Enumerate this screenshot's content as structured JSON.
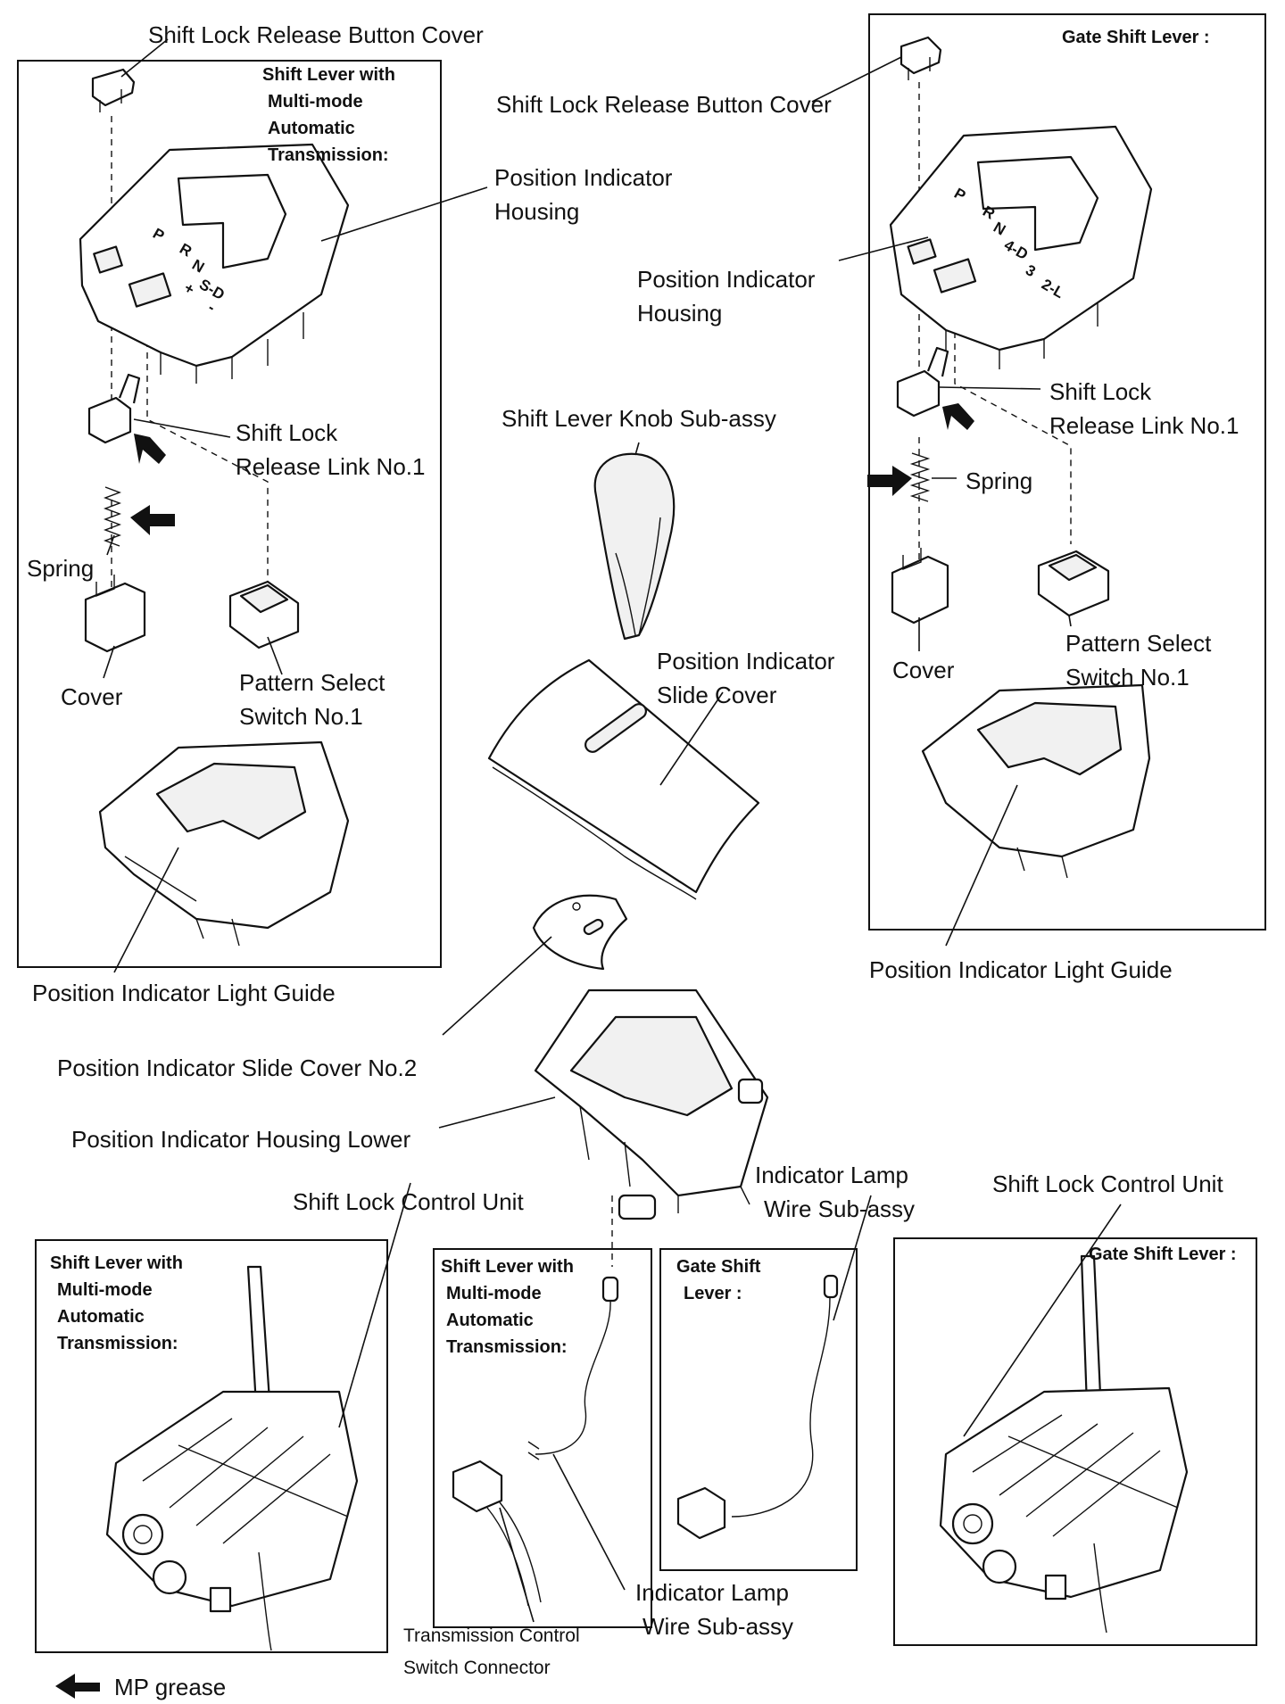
{
  "labels": {
    "tl_cover": "Shift Lock Release Button Cover",
    "tl_heading": [
      "Shift Lever with",
      "Multi-mode",
      "Automatic",
      "Transmission:"
    ],
    "tl_housing": [
      "Position Indicator",
      "Housing"
    ],
    "tl_link": [
      "Shift Lock",
      "Release Link No.1"
    ],
    "tl_spring": "Spring",
    "tl_cover_part": "Cover",
    "tl_switch": [
      "Pattern Select",
      "Switch No.1"
    ],
    "tl_guide": "Position Indicator Light Guide",
    "tr_heading": "Gate Shift Lever :",
    "tr_cover": "Shift Lock Release Button Cover",
    "tr_housing": [
      "Position Indicator",
      "Housing"
    ],
    "tr_link": [
      "Shift Lock",
      "Release Link No.1"
    ],
    "tr_spring": "Spring",
    "tr_cover_part": "Cover",
    "tr_switch": [
      "Pattern Select",
      "Switch No.1"
    ],
    "tr_guide": "Position Indicator Light Guide",
    "knob": "Shift Lever Knob Sub-assy",
    "slide_cover": [
      "Position Indicator",
      "Slide Cover"
    ],
    "slide_cover2": "Position Indicator Slide Cover No.2",
    "housing_lower": "Position Indicator Housing Lower",
    "bl_unit": "Shift Lock Control Unit",
    "bl_heading": [
      "Shift Lever with",
      "Multi-mode",
      "Automatic",
      "Transmission:"
    ],
    "bm_heading": [
      "Shift Lever with",
      "Multi-mode",
      "Automatic",
      "Transmission:"
    ],
    "bm_lamp": [
      "Indicator Lamp",
      "Wire Sub-assy"
    ],
    "bm_connector": [
      "Transmission Control",
      "Switch Connector"
    ],
    "gs_heading": [
      "Gate Shift",
      "Lever :"
    ],
    "gs_lamp": [
      "Indicator Lamp",
      "Wire Sub-assy"
    ],
    "br_unit": "Shift Lock Control Unit",
    "br_heading": "Gate Shift Lever :",
    "legend": "MP grease"
  },
  "gear_marks": {
    "multi_mode": [
      "P",
      "R",
      "N",
      "+",
      "S-D",
      "-"
    ],
    "gate": [
      "P",
      "R",
      "N",
      "4-D",
      "3",
      "2-L"
    ]
  },
  "icons": [
    "arrow-left-icon"
  ],
  "colors": {
    "ink": "#111111",
    "paper": "#ffffff"
  }
}
